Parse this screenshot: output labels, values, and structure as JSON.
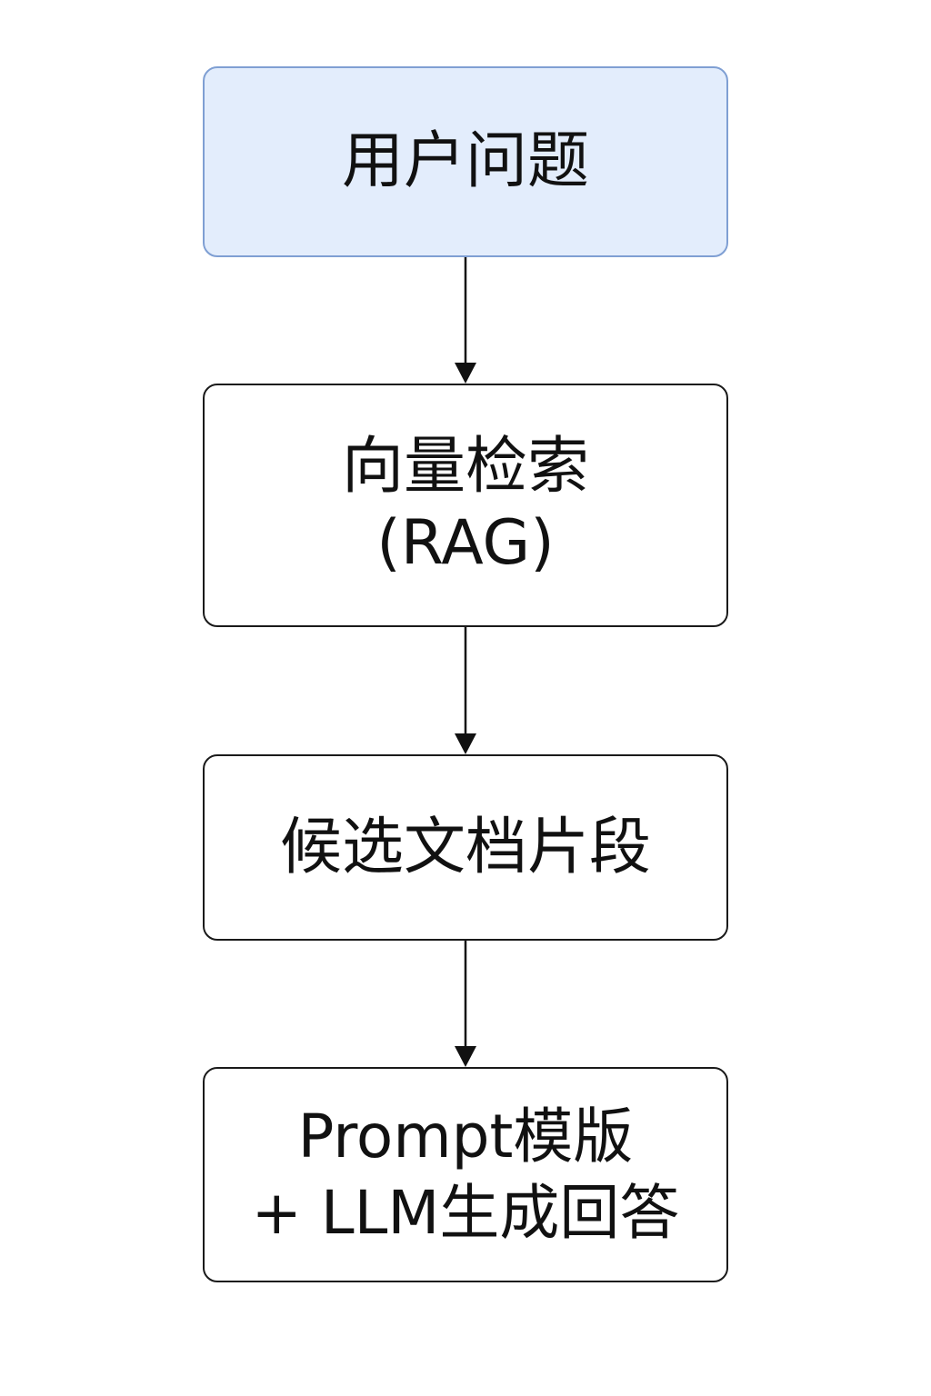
{
  "diagram": {
    "type": "flowchart",
    "nodes": [
      {
        "id": "user-question",
        "lines": [
          "用户问题"
        ],
        "fill": "#e3edfc",
        "stroke": "#7f9fd3"
      },
      {
        "id": "vector-retrieval",
        "lines": [
          "向量检索",
          "(RAG)"
        ],
        "fill": "#ffffff",
        "stroke": "#1a1a1a"
      },
      {
        "id": "candidate-docs",
        "lines": [
          "候选文档片段"
        ],
        "fill": "#ffffff",
        "stroke": "#1a1a1a"
      },
      {
        "id": "prompt-llm",
        "lines": [
          "Prompt模版",
          "+ LLM生成回答"
        ],
        "fill": "#ffffff",
        "stroke": "#1a1a1a"
      }
    ],
    "edges": [
      {
        "from": "user-question",
        "to": "vector-retrieval"
      },
      {
        "from": "vector-retrieval",
        "to": "candidate-docs"
      },
      {
        "from": "candidate-docs",
        "to": "prompt-llm"
      }
    ]
  }
}
